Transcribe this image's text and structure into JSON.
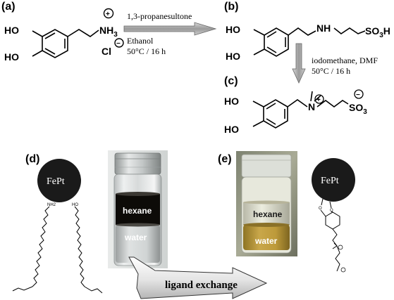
{
  "panels": {
    "a": "(a)",
    "b": "(b)",
    "c": "(c)",
    "d": "(d)",
    "e": "(e)"
  },
  "molecule_a": {
    "ho_top": "HO",
    "ho_bottom": "HO",
    "nh3": "NH",
    "nh3_sub": "3",
    "cl": "Cl",
    "plus": "+",
    "minus": "−"
  },
  "reaction1": {
    "reagent": "1,3-propanesultone",
    "solvent": "Ethanol",
    "conditions": "50°C / 16 h"
  },
  "molecule_b": {
    "ho_top": "HO",
    "ho_bottom": "HO",
    "nh": "NH",
    "so3h": "SO",
    "so3h_sub": "3",
    "so3h_h": "H"
  },
  "reaction2": {
    "reagent": "iodomethane, DMF",
    "conditions": "50°C / 16 h"
  },
  "molecule_c": {
    "ho_top": "HO",
    "ho_bottom": "HO",
    "n": "N",
    "plus": "+",
    "minus": "−",
    "so3": "SO",
    "so3_sub": "3"
  },
  "nanoparticle_d": {
    "label": "FePt",
    "ligand_left": "NH2",
    "ligand_right": "HO"
  },
  "vial_d": {
    "top_phase": "hexane",
    "bottom_phase": "water"
  },
  "vial_e": {
    "top_phase": "hexane",
    "bottom_phase": "water"
  },
  "nanoparticle_e": {
    "label": "FePt",
    "ligand_o1": "O",
    "ligand_o2": "O"
  },
  "banner": {
    "text": "ligand exchange"
  }
}
